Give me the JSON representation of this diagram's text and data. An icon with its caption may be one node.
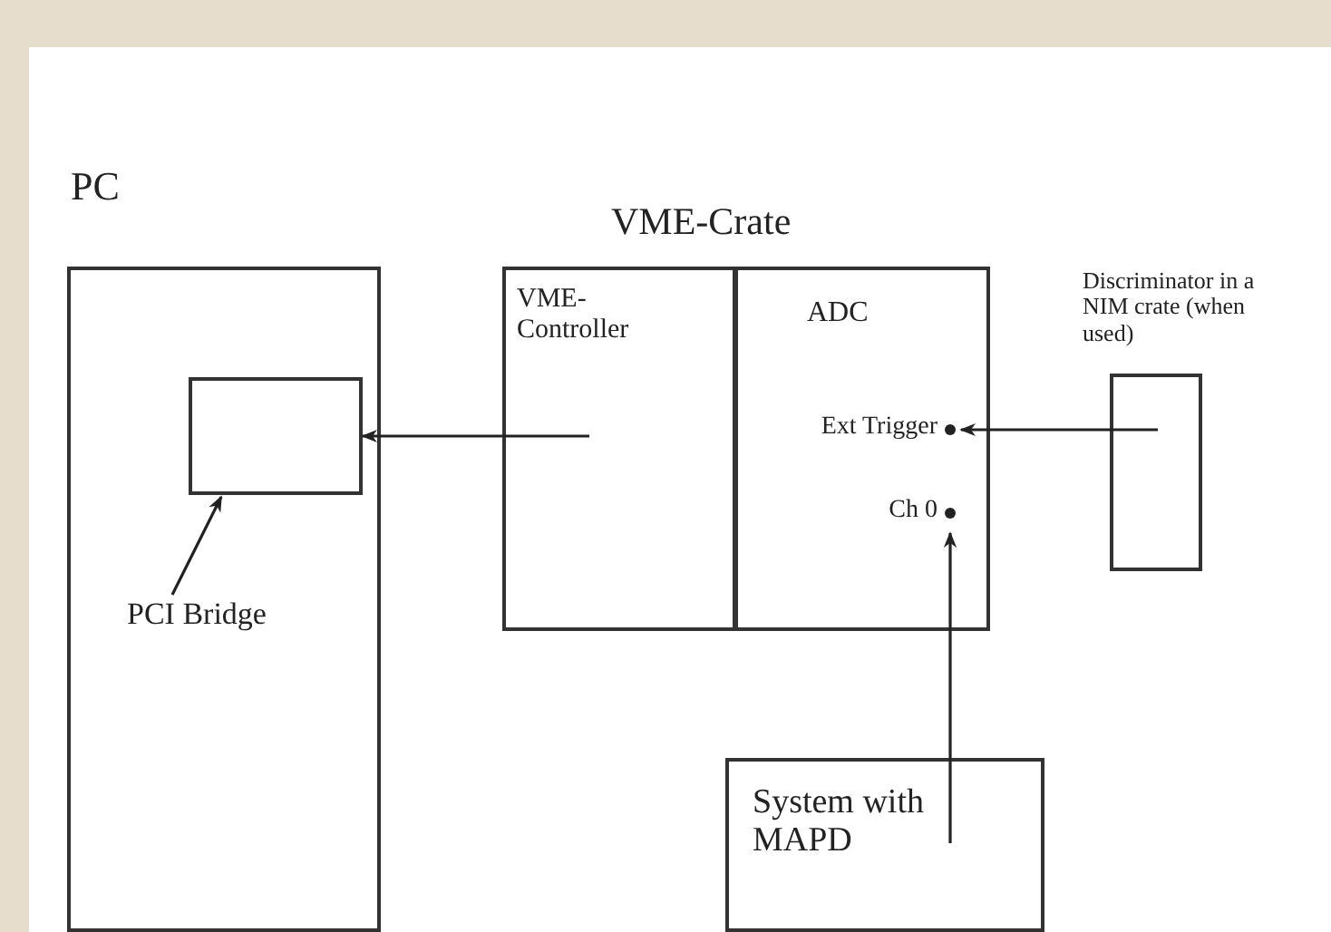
{
  "diagram": {
    "nodes": [
      {
        "text": [
          "PC"
        ]
      },
      {
        "text": [],
        "shape": "box",
        "in": 0
      },
      {
        "text": [
          "PCI Bridge"
        ],
        "in": 0
      },
      {
        "text": [
          "VME-Crate"
        ]
      },
      {
        "text": [
          "VME-Controller"
        ],
        "in": 3
      },
      {
        "text": [
          "ADC"
        ],
        "in": 3
      },
      {
        "text": [
          "Ext Trigger"
        ],
        "in": 5
      },
      {
        "text": [
          "Ch 0"
        ],
        "in": 5
      },
      {
        "text": [
          "Discriminator in a NIM crate (when used)"
        ]
      },
      {
        "text": [
          "System with MAPD"
        ]
      }
    ],
    "edges": [
      {
        "from": 4,
        "to": 1,
        "arrow": "to"
      },
      {
        "from": 2,
        "to": 1,
        "arrow": "to"
      },
      {
        "from": 8,
        "to": 6,
        "arrow": "to"
      },
      {
        "from": 9,
        "to": 7,
        "arrow": "to"
      }
    ]
  }
}
